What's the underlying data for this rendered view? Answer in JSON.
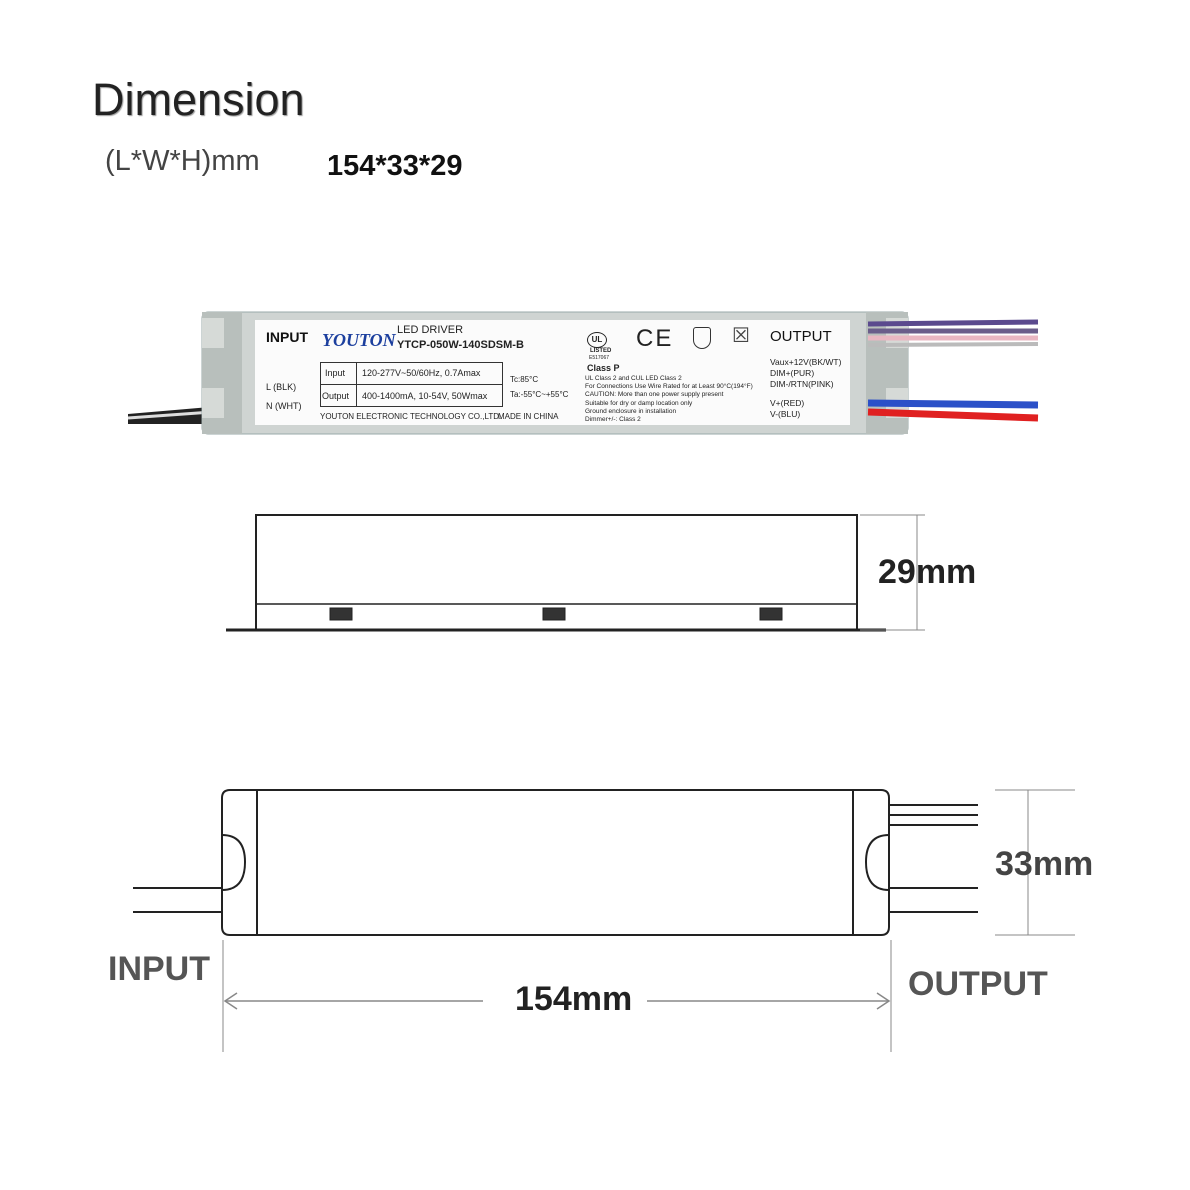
{
  "header": {
    "title": "Dimension",
    "size_label": "(L*W*H)mm",
    "size_value": "154*33*29"
  },
  "label": {
    "input_heading": "INPUT",
    "brand": "YOUTON",
    "product_type": "LED DRIVER",
    "model": "YTCP-050W-140SDSM-B",
    "input_wires": [
      "L (BLK)",
      "N (WHT)"
    ],
    "spec_table": [
      {
        "name": "Input",
        "value": "120-277V~50/60Hz, 0.7Amax"
      },
      {
        "name": "Output",
        "value": "400-1400mA, 10-54V, 50Wmax"
      }
    ],
    "tc": "Tc:85°C",
    "ta": "Ta:-55°C~+55°C",
    "company": "YOUTON ELECTRONIC TECHNOLOGY CO.,LTD.",
    "origin": "MADE IN CHINA",
    "ul_listed": "LISTED",
    "ul_number": "E517067",
    "ce": "CE",
    "class_p": "Class P",
    "notes": [
      "UL Class 2 and CUL LED Class 2",
      "For Connections Use Wire Rated for at Least 90°C(194°F)",
      "CAUTION: More than one power supply present",
      "Suitable for dry or damp location only",
      "Ground enclosure in installation",
      "Dimmer+/-: Class 2"
    ],
    "output_heading": "OUTPUT",
    "output_wires": [
      "Vaux+12V(BK/WT)",
      "DIM+(PUR)",
      "DIM-/RTN(PINK)",
      "V+(RED)",
      "V-(BLU)"
    ]
  },
  "drawing": {
    "height": "29mm",
    "width": "33mm",
    "length": "154mm",
    "input": "INPUT",
    "output": "OUTPUT"
  }
}
